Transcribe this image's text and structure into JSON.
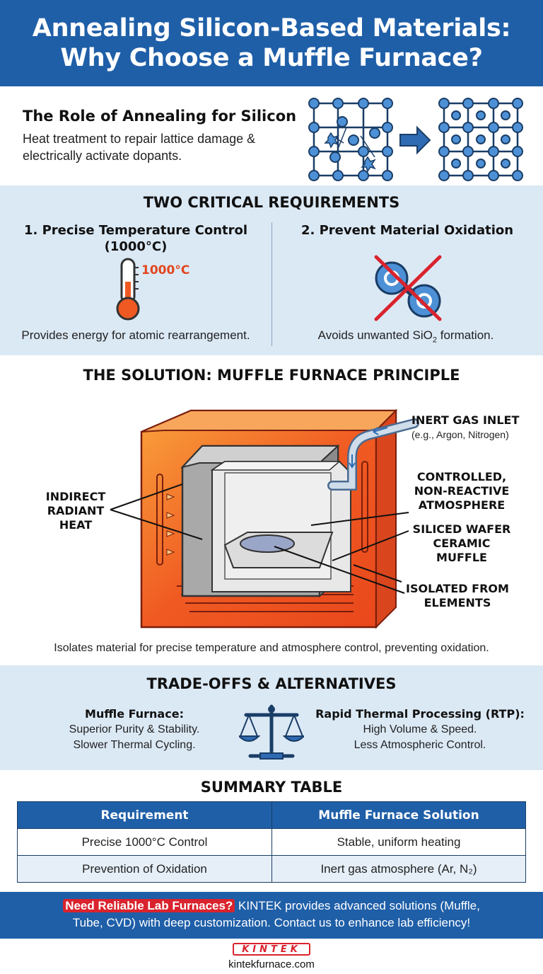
{
  "header": {
    "title_line1": "Annealing Silicon-Based Materials:",
    "title_line2": "Why Choose a Muffle Furnace?"
  },
  "role": {
    "title": "The Role of Annealing for Silicon",
    "description": "Heat treatment to repair lattice damage & electrically activate dopants."
  },
  "requirements": {
    "title": "TWO CRITICAL REQUIREMENTS",
    "items": [
      {
        "title_line1": "1. Precise Temperature Control",
        "title_line2": "(1000°C)",
        "value_label": "1000°C",
        "description": "Provides energy for atomic rearrangement."
      },
      {
        "title_line1": "2. Prevent Material Oxidation",
        "description_prefix": "Avoids unwanted SiO",
        "description_sub": "2",
        "description_suffix": " formation."
      }
    ]
  },
  "solution": {
    "title": "THE SOLUTION: MUFFLE FURNACE PRINCIPLE",
    "labels": {
      "inert_gas": "INERT GAS INLET",
      "inert_gas_sub": "(e.g., Argon, Nitrogen)",
      "atmosphere_1": "CONTROLLED,",
      "atmosphere_2": "NON-REACTIVE",
      "atmosphere_3": "ATMOSPHERE",
      "heat_1": "INDIRECT",
      "heat_2": "RADIANT",
      "heat_3": "HEAT",
      "wafer_1": "SILICED WAFER",
      "wafer_2": "CERAMIC",
      "wafer_3": "MUFFLE",
      "isolated_1": "ISOLATED FROM",
      "isolated_2": "ELEMENTS"
    },
    "caption": "Isolates material for precise temperature and atmosphere control, preventing oxidation."
  },
  "tradeoffs": {
    "title": "TRADE-OFFS & ALTERNATIVES",
    "left": {
      "title": "Muffle Furnace:",
      "line1": "Superior Purity & Stability.",
      "line2": "Slower Thermal Cycling."
    },
    "right": {
      "title": "Rapid Thermal Processing (RTP):",
      "line1": "High Volume & Speed.",
      "line2": "Less Atmospheric Control."
    }
  },
  "summary": {
    "title": "SUMMARY TABLE",
    "headers": [
      "Requirement",
      "Muffle Furnace Solution"
    ],
    "rows": [
      [
        "Precise 1000°C Control",
        "Stable, uniform heating"
      ],
      [
        "Prevention of Oxidation",
        "Inert gas atmosphere (Ar, N₂)"
      ]
    ]
  },
  "cta": {
    "highlight": "Need Reliable Lab Furnaces?",
    "text_line1": " KINTEK provides advanced solutions (Muffle,",
    "text_line2": "Tube, CVD) with deep customization. Contact us to enhance lab efficiency!"
  },
  "footer": {
    "logo": "KINTEK",
    "url": "kintekfurnace.com"
  },
  "colors": {
    "brand_blue": "#1f5fa8",
    "light_blue": "#dbe9f5",
    "accent_red": "#d9232d",
    "heat_orange": "#f05a22"
  }
}
